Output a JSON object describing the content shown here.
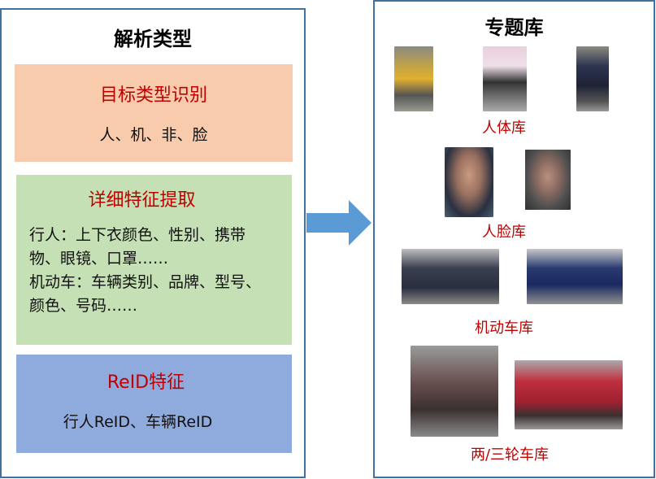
{
  "left": {
    "title": "解析类型",
    "target": {
      "title": "目标类型识别",
      "text": "人、机、非、脸"
    },
    "detail": {
      "title": "详细特征提取",
      "line1": "行人：上下衣颜色、性别、携带",
      "line2": "物、眼镜、口罩……",
      "line3": "机动车：车辆类别、品牌、型号、",
      "line4": "颜色、号码……"
    },
    "reid": {
      "title": "ReID特征",
      "text": "行人ReID、车辆ReID"
    }
  },
  "right": {
    "title": "专题库",
    "libs": [
      "人体库",
      "人脸库",
      "机动车库",
      "两/三轮车库"
    ]
  },
  "colors": {
    "orange": "#f8cbad",
    "green": "#c5e0b4",
    "blue": "#8faadc",
    "arrow": "#5b9bd5",
    "border": "#41719c",
    "red": "#c00000"
  }
}
